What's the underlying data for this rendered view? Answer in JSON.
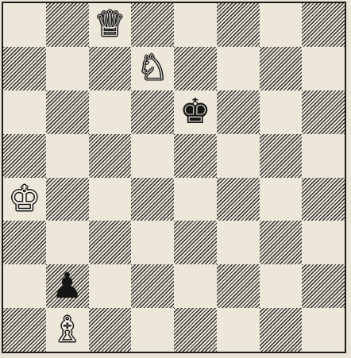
{
  "board": {
    "files": [
      "a",
      "b",
      "c",
      "d",
      "e",
      "f",
      "g",
      "h"
    ],
    "ranks": [
      8,
      7,
      6,
      5,
      4,
      3,
      2,
      1
    ],
    "pieces": [
      {
        "square": "c8",
        "glyph": "♕",
        "color": "white",
        "name": "white-queen-icon"
      },
      {
        "square": "d7",
        "glyph": "♘",
        "color": "white",
        "name": "white-knight-icon"
      },
      {
        "square": "e6",
        "glyph": "♚",
        "color": "black",
        "name": "black-king-icon"
      },
      {
        "square": "a4",
        "glyph": "♔",
        "color": "white",
        "name": "white-king-icon"
      },
      {
        "square": "b2",
        "glyph": "♟",
        "color": "black",
        "name": "black-pawn-icon"
      },
      {
        "square": "b1",
        "glyph": "♗",
        "color": "white",
        "name": "white-bishop-icon"
      }
    ],
    "colors": {
      "light": "#ece7d9",
      "dark_hatch": "#2a2a2a",
      "border": "#1c1c1c"
    }
  }
}
